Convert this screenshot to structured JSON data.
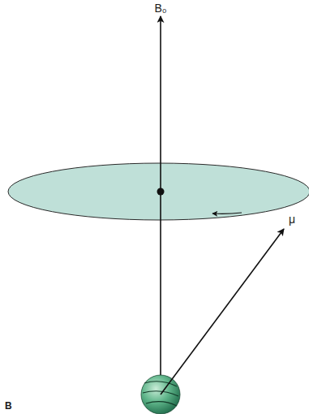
{
  "diagram": {
    "labels": [
      "B₀",
      "μ",
      "B"
    ]
  }
}
